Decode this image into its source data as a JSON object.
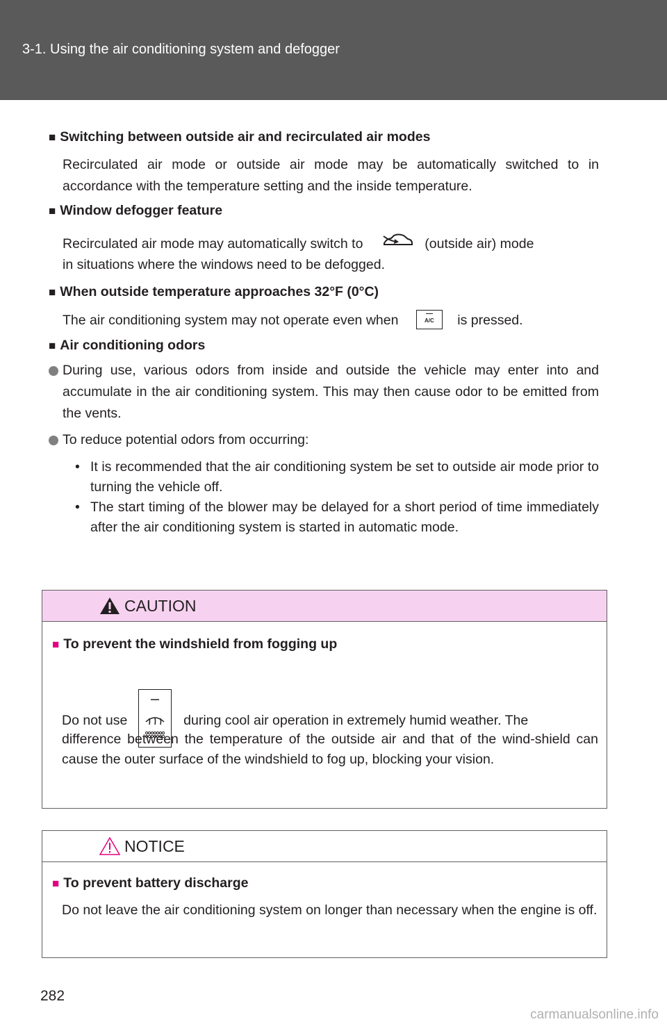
{
  "header": {
    "title": "3-1. Using the air conditioning system and defogger"
  },
  "sections": [
    {
      "heading": "Switching between outside air and recirculated air modes",
      "text": "Recirculated air mode or outside air mode may be automatically switched to in accordance with the temperature setting and the inside temperature."
    },
    {
      "heading": "Window defogger feature",
      "text_before_icon": "Recirculated air mode may automatically switch to",
      "text_after_icon": "(outside air) mode",
      "text_line2": "in situations where the windows need to be defogged.",
      "icon": "outside-air-mode-icon"
    },
    {
      "heading": "When outside temperature approaches 32°F (0°C)",
      "text_before_icon": "The air conditioning system may not operate even when",
      "text_after_icon": "is pressed.",
      "icon": "ac-button-icon",
      "icon_label": "A/C"
    },
    {
      "heading": "Air conditioning odors",
      "bullets": [
        "During use, various odors from inside and outside the vehicle may enter into and accumulate in the air conditioning system. This may then cause odor to be emitted from the vents.",
        "To reduce potential odors from occurring:"
      ],
      "sub_items": [
        "It is recommended that the air conditioning system be set to outside air mode prior to turning the vehicle off.",
        "The start timing of the blower may be delayed for a short period of time immediately after the air conditioning system is started in automatic mode."
      ]
    }
  ],
  "caution": {
    "label": "CAUTION",
    "header_color": "#f7d2f0",
    "accent_color": "#e3007f",
    "heading": "To prevent the windshield from fogging up",
    "text_before_icon": "Do not use",
    "text_after_icon": "during cool air operation in extremely humid weather. The",
    "text_rest": "difference between the temperature of the outside air and that of the wind-shield can cause the outer surface of the windshield to fog up, blocking your vision.",
    "icon": "windshield-defogger-icon"
  },
  "notice": {
    "label": "NOTICE",
    "heading": "To prevent battery discharge",
    "text": "Do not leave the air conditioning system on longer than necessary when the engine is off."
  },
  "page_number": "282",
  "watermark": "carmanualsonline.info"
}
